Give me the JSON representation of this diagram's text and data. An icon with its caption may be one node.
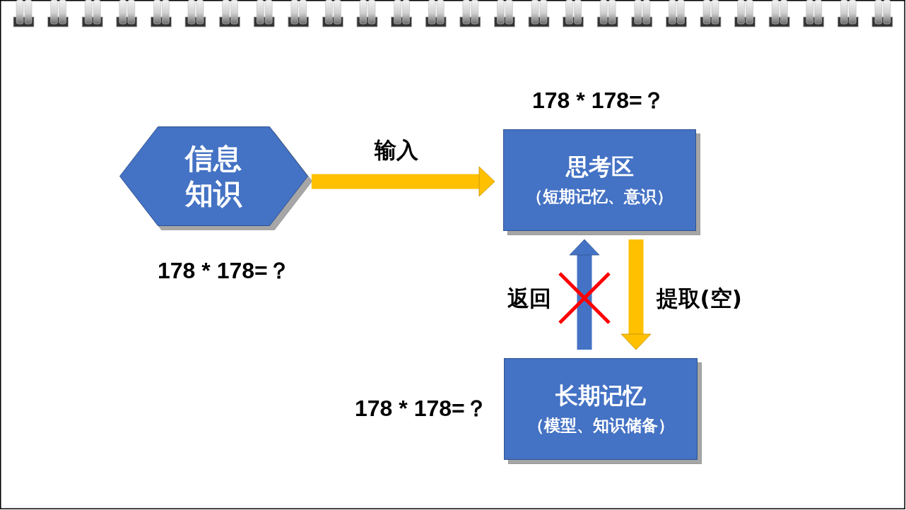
{
  "diagram": {
    "nodes": [
      {
        "text": [
          "信息知识"
        ],
        "beside": [
          "178 * 178=？"
        ]
      },
      {
        "text": [
          "思考区",
          "（短期记忆、意识）"
        ],
        "beside": [
          "178 * 178=？"
        ]
      },
      {
        "text": [
          "长期记忆",
          "（模型、知识储备）"
        ],
        "beside": [
          "178 * 178=？"
        ]
      }
    ],
    "edges": [
      {
        "from": 0,
        "to": 1,
        "arrow": "to",
        "label": "输入"
      },
      {
        "from": 2,
        "to": 1,
        "arrow": "to",
        "label": "返回",
        "color": "#4472c4"
      },
      {
        "from": 1,
        "to": 2,
        "arrow": "to",
        "label": "提取(空)"
      }
    ]
  }
}
